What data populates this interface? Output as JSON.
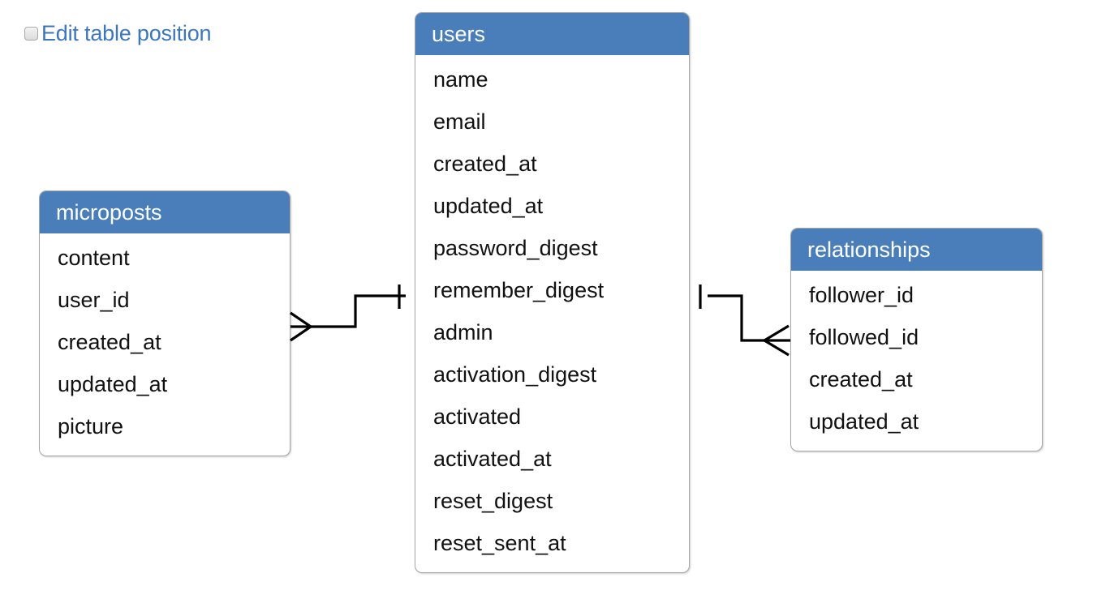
{
  "toolbar": {
    "edit_position_label": "Edit table position",
    "checkbox_checked": false,
    "label_color": "#3c77bd"
  },
  "theme": {
    "header_bg": "#4a7ebb",
    "header_text": "#ffffff",
    "table_border": "#a6a6a6",
    "field_text": "#111111",
    "canvas_bg": "#ffffff",
    "connector_stroke": "#000000"
  },
  "diagram": {
    "type": "entity-relationship",
    "notation": "crows-foot",
    "entities": [
      {
        "id": "microposts",
        "name": "microposts",
        "fields": [
          "content",
          "user_id",
          "created_at",
          "updated_at",
          "picture"
        ]
      },
      {
        "id": "users",
        "name": "users",
        "fields": [
          "name",
          "email",
          "created_at",
          "updated_at",
          "password_digest",
          "remember_digest",
          "admin",
          "activation_digest",
          "activated",
          "activated_at",
          "reset_digest",
          "reset_sent_at"
        ]
      },
      {
        "id": "relationships",
        "name": "relationships",
        "fields": [
          "follower_id",
          "followed_id",
          "created_at",
          "updated_at"
        ]
      }
    ],
    "relationships": [
      {
        "id": "microposts-users",
        "from": "microposts",
        "to": "users",
        "from_cardinality": "many",
        "to_cardinality": "one"
      },
      {
        "id": "users-relationships",
        "from": "users",
        "to": "relationships",
        "from_cardinality": "one",
        "to_cardinality": "many"
      }
    ]
  }
}
